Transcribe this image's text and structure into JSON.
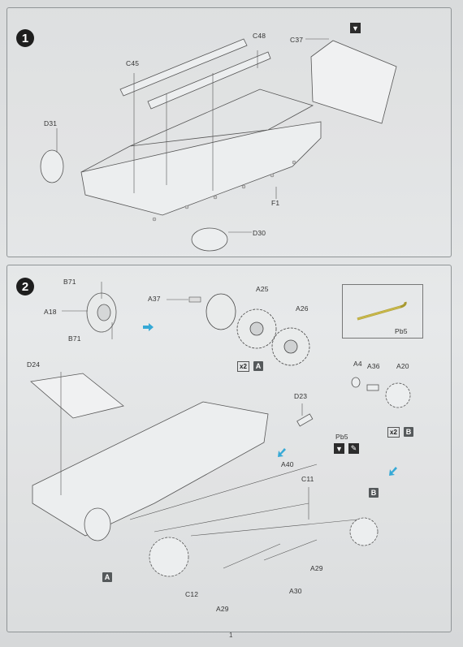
{
  "steps": [
    {
      "number": "1",
      "labels": {
        "c48": "C48",
        "c37": "C37",
        "c45": "C45",
        "d31": "D31",
        "f1": "F1",
        "d30": "D30"
      }
    },
    {
      "number": "2",
      "labels": {
        "b71_top": "B71",
        "a18": "A18",
        "b71_bottom": "B71",
        "a37": "A37",
        "a25": "A25",
        "a26": "A26",
        "pb5_inset": "Pb5",
        "d24": "D24",
        "d23": "D23",
        "pb5": "Pb5",
        "a4": "A4",
        "a36": "A36",
        "a20": "A20",
        "a40": "A40",
        "c11": "C11",
        "a29_right": "A29",
        "c12": "C12",
        "a29_bottom": "A29",
        "a30": "A30"
      },
      "badges": {
        "a": "A",
        "b": "B"
      },
      "multipliers": {
        "x2_a": "x2",
        "x2_b": "x2"
      }
    }
  ],
  "page_number": "1",
  "colors": {
    "arrow": "#36a9d6",
    "brass": "#c9b84a",
    "panel_border": "#8f9496"
  },
  "icons": [
    "glue-icon",
    "cement-brush-icon",
    "arrow-right-icon",
    "arrow-down-left-icon"
  ]
}
